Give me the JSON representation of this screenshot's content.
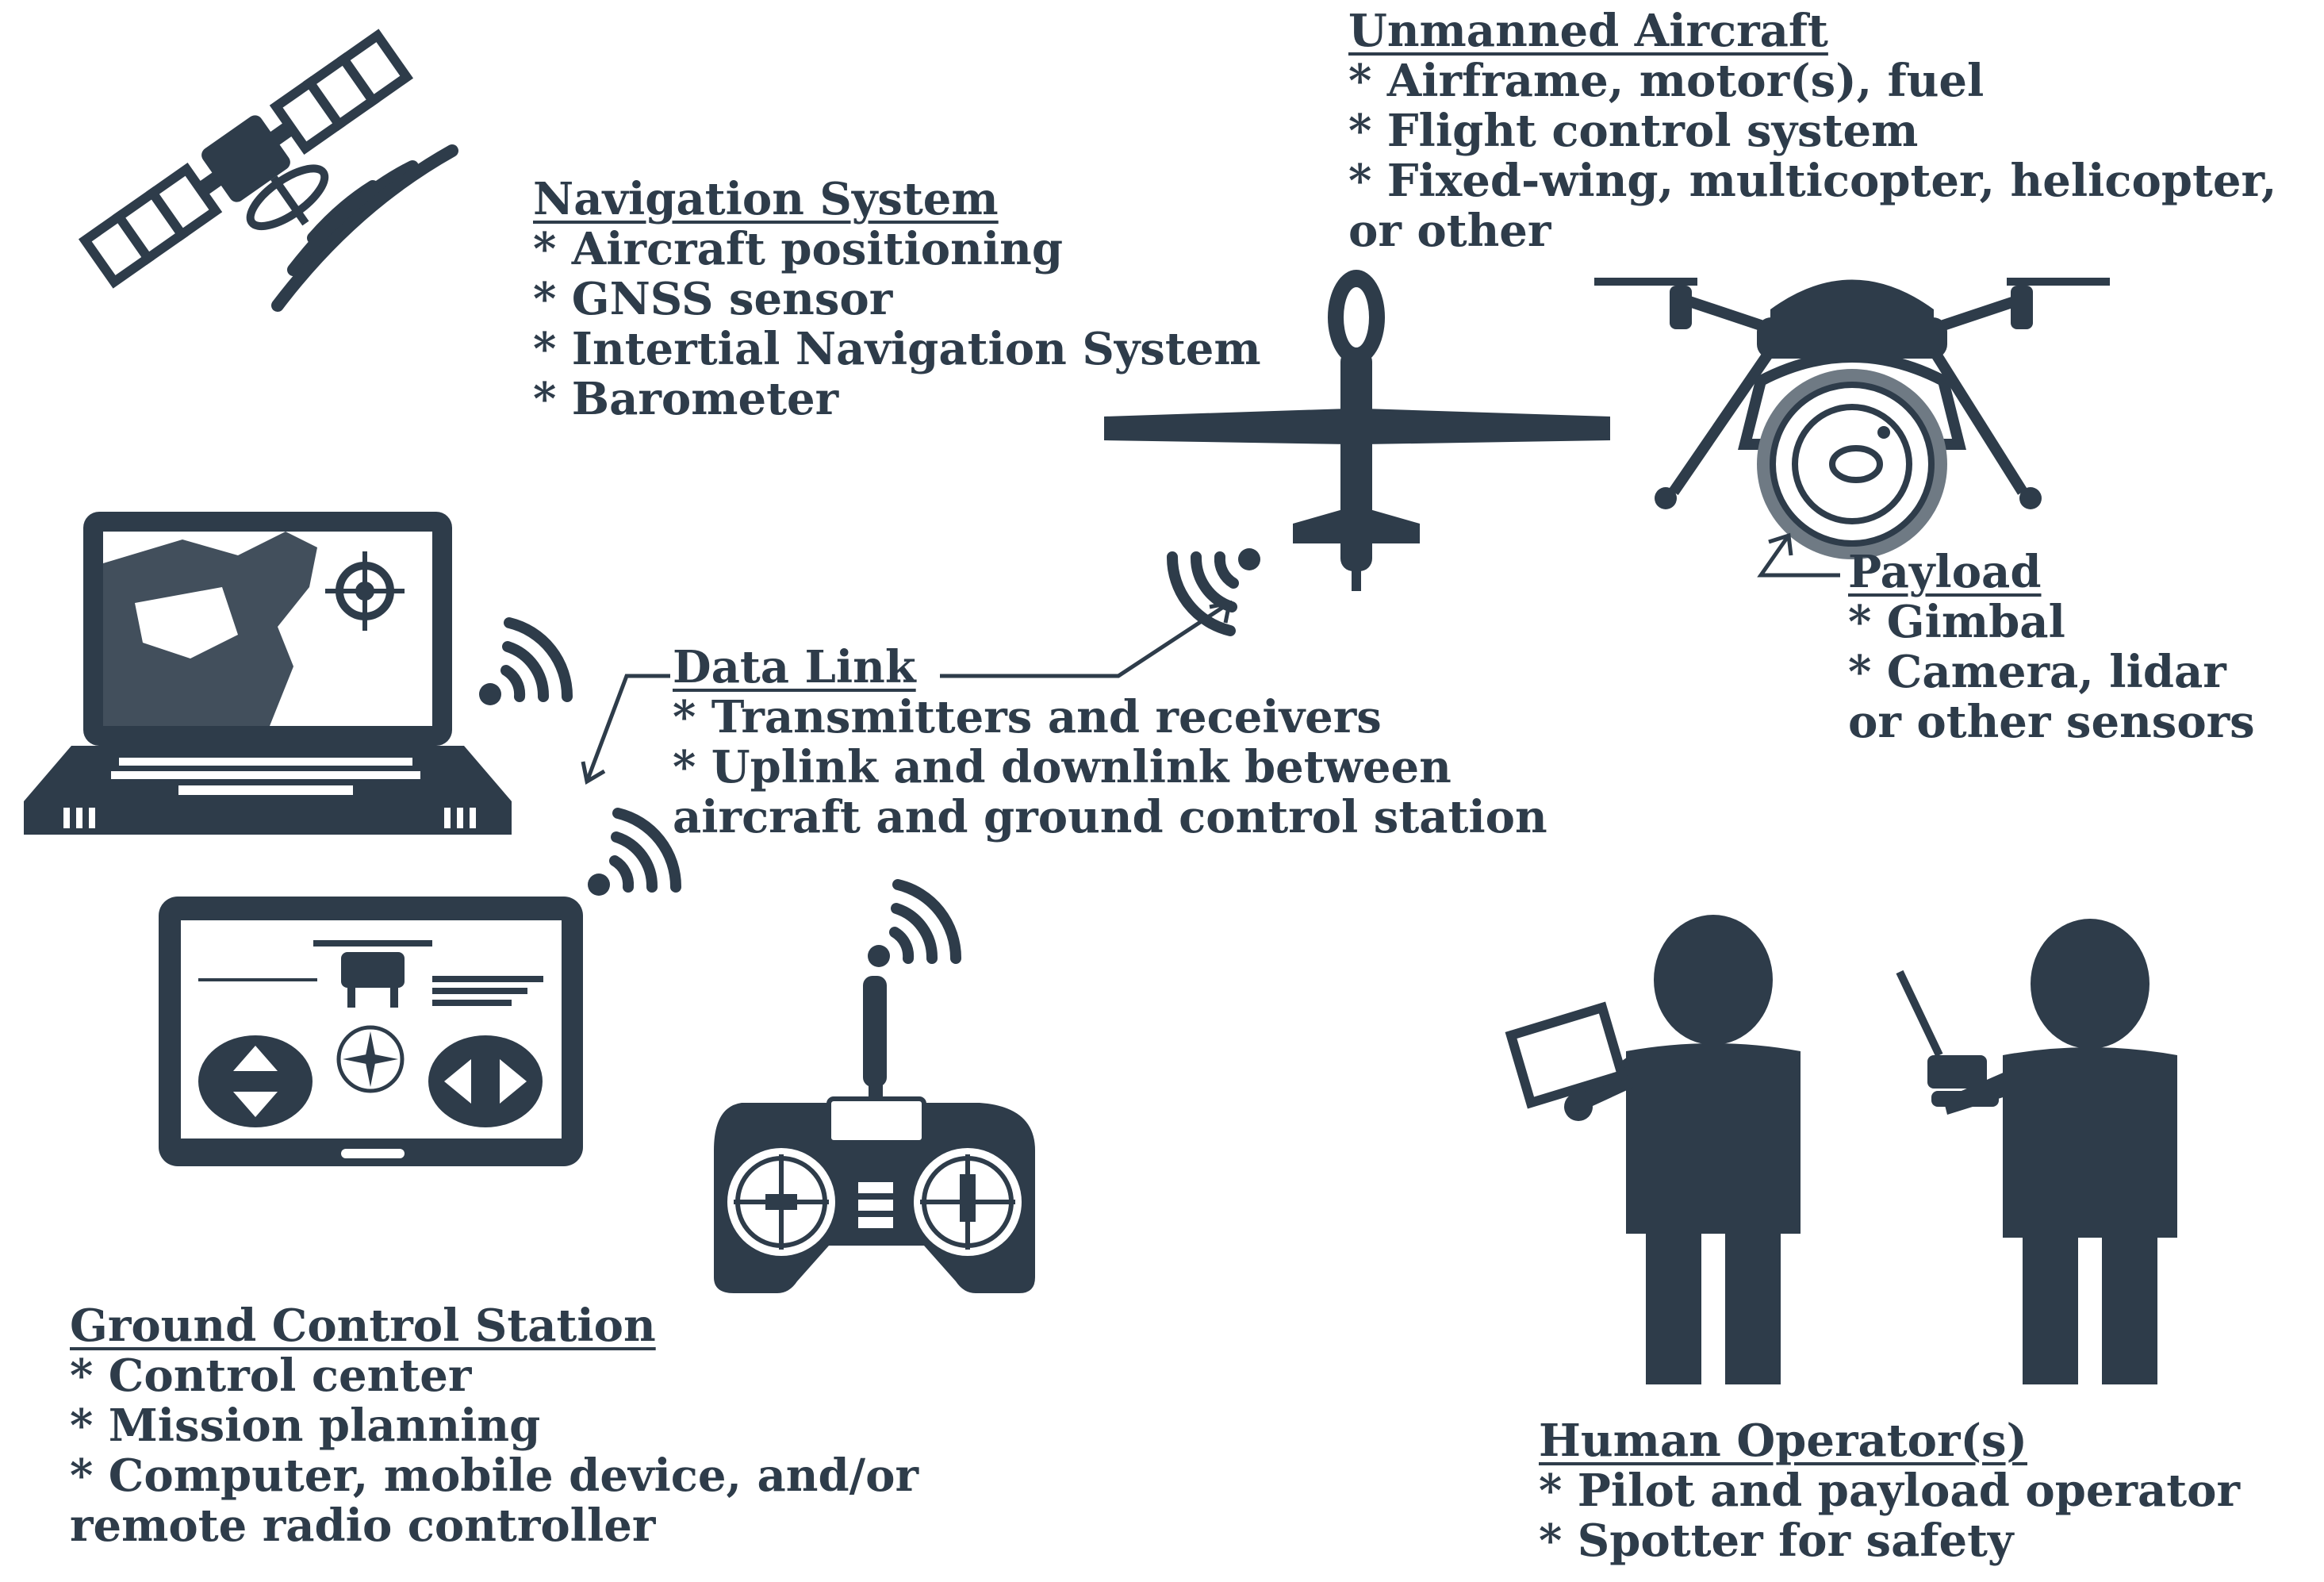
{
  "sections": {
    "unmanned_aircraft": {
      "heading": "Unmanned Aircraft",
      "items": [
        "* Airframe, motor(s), fuel",
        "* Flight control system",
        "* Fixed-wing, multicopter, helicopter,",
        "or other"
      ]
    },
    "navigation_system": {
      "heading": "Navigation System",
      "items": [
        "* Aircraft positioning",
        "* GNSS sensor",
        "* Intertial Navigation System",
        "* Barometer"
      ]
    },
    "payload": {
      "heading": "Payload",
      "items": [
        "* Gimbal",
        "* Camera, lidar",
        "or other sensors"
      ]
    },
    "data_link": {
      "heading": "Data Link",
      "items": [
        "* Transmitters and receivers",
        "* Uplink and downlink between",
        "aircraft and ground control station"
      ]
    },
    "ground_control_station": {
      "heading": "Ground Control Station",
      "items": [
        "* Control center",
        "* Mission planning",
        "* Computer, mobile device, and/or",
        "remote radio controller"
      ]
    },
    "human_operators": {
      "heading": "Human Operator(s)",
      "items": [
        "* Pilot and payload operator",
        "* Spotter for safety"
      ]
    }
  },
  "colors": {
    "ink": "#2e3c4a",
    "background": "#ffffff"
  }
}
